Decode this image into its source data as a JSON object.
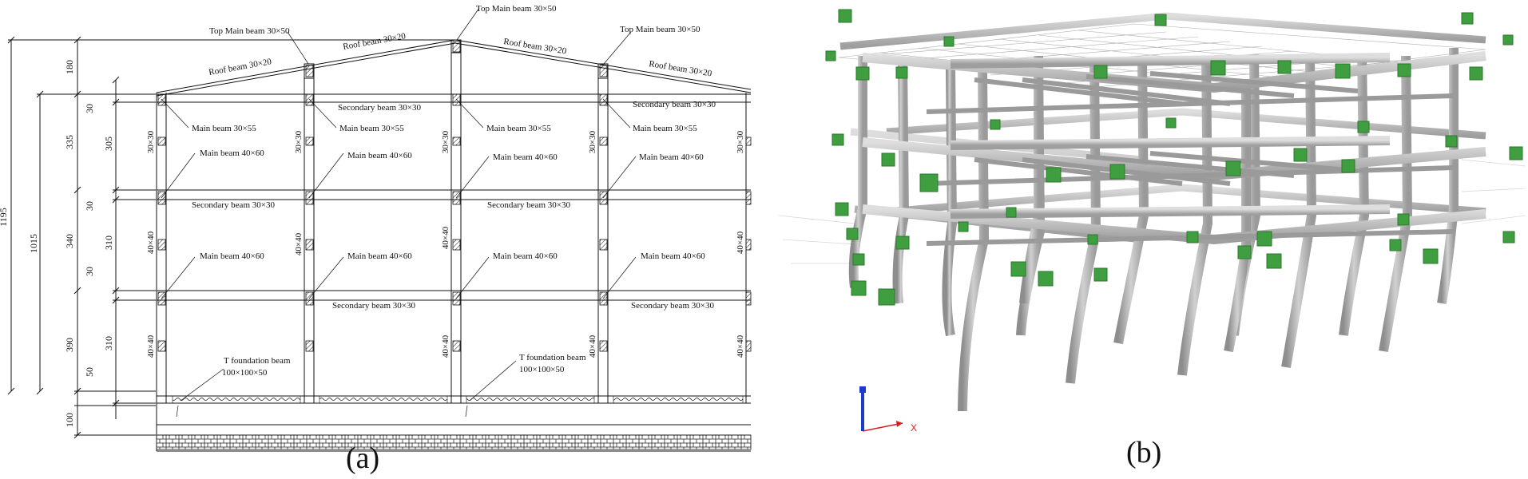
{
  "panel_a": {
    "caption": "(a)",
    "dims_outer": [
      "1195",
      "1015"
    ],
    "dims_right": [
      "180",
      "335",
      "340",
      "390",
      "100"
    ],
    "dims_inner": [
      "30",
      "305",
      "30",
      "310",
      "30",
      "310",
      "50"
    ],
    "top_main_beam_labels": [
      "Top Main beam 30×50",
      "Top Main beam 30×50",
      "Top Main beam 30×50"
    ],
    "roof_beam_labels": [
      "Roof beam 30×20",
      "Roof beam 30×20",
      "Roof beam 30×20",
      "Roof beam 30×20"
    ],
    "secondary_beam_labels": [
      "Secondary  beam 30×30",
      "Secondary  beam 30×30",
      "Secondary  beam 30×30",
      "Secondary  beam 30×30",
      "Secondary  beam 30×30",
      "Secondary  beam 30×30"
    ],
    "main_beam_3055_labels": [
      "Main beam 30×55",
      "Main beam 30×55",
      "Main beam 30×55",
      "Main beam 30×55"
    ],
    "main_beam_4060_labels": [
      "Main beam 40×60",
      "Main beam 40×60",
      "Main beam 40×60",
      "Main beam 40×60",
      "Main beam 40×60",
      "Main beam 40×60",
      "Main beam 40×60",
      "Main beam 40×60"
    ],
    "column_3030_labels": [
      "30×30",
      "30×30",
      "30×30",
      "30×30",
      "30×30"
    ],
    "column_4040_labels": [
      "40×40",
      "40×40",
      "40×40",
      "40×40",
      "40×40",
      "40×40",
      "40×40"
    ],
    "foundation_labels": [
      {
        "line1": "T foundation beam",
        "line2": "100×100×50"
      },
      {
        "line1": "T foundation beam",
        "line2": "100×100×50"
      }
    ]
  },
  "panel_b": {
    "caption": "(b)",
    "axis_label": "X",
    "colors": {
      "frame": "#c4c4c4",
      "frame_dark": "#8d8d8d",
      "joint": "#3f9e3f",
      "axis_x": "#d42020",
      "axis_y": "#1a3cc8"
    }
  }
}
